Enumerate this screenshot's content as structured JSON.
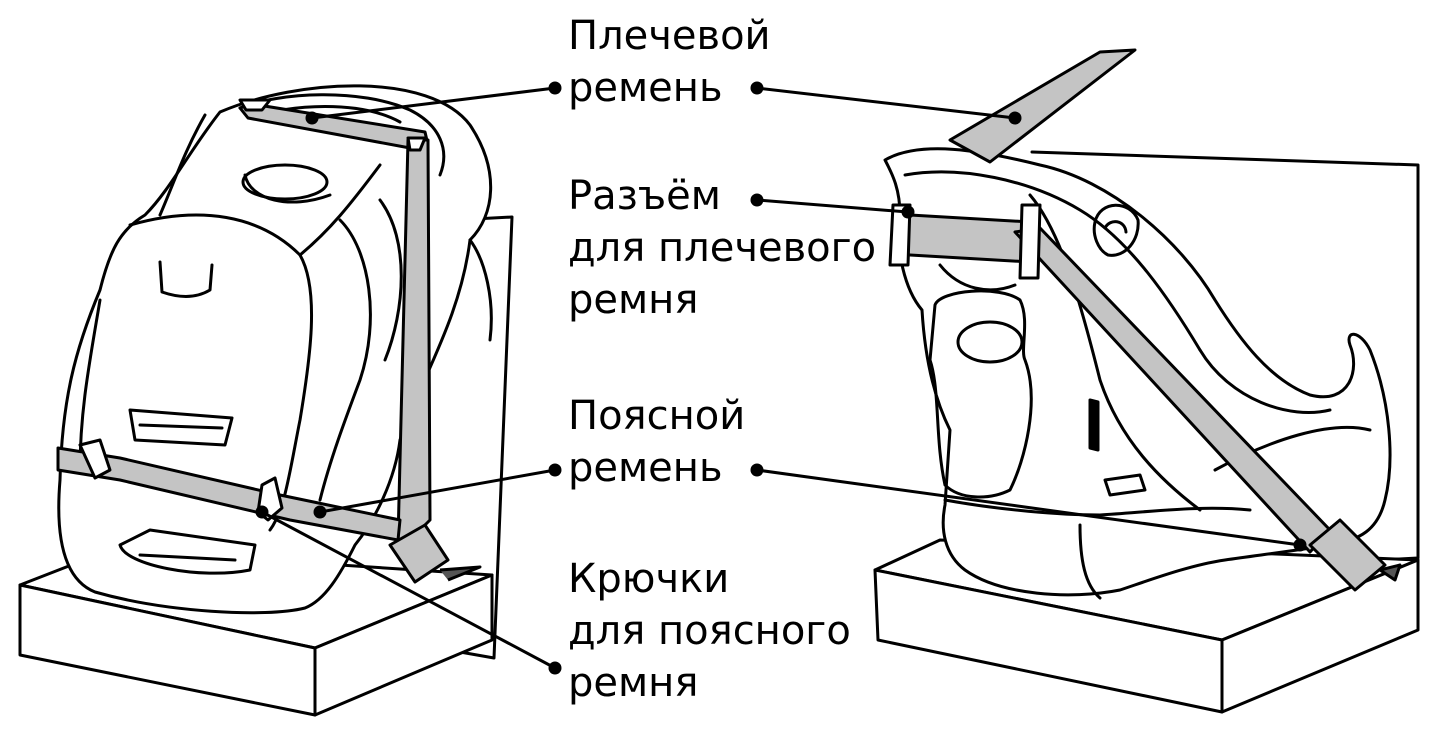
{
  "labels": {
    "shoulder_belt": [
      "Плечевой",
      "ремень"
    ],
    "shoulder_belt_slot": [
      "Разъём",
      "для плечевого",
      "ремня"
    ],
    "lap_belt": [
      "Поясной",
      "ремень"
    ],
    "lap_belt_hooks": [
      "Крючки",
      "для поясного",
      "ремня"
    ]
  },
  "colors": {
    "belt_fill": "#c4c4c4",
    "line": "#000000",
    "background": "#ffffff"
  }
}
